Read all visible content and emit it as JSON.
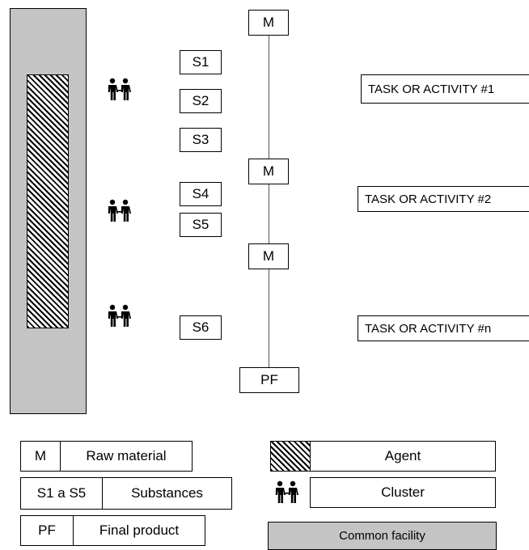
{
  "diagram": {
    "process_nodes": [
      "M",
      "M",
      "M",
      "PF"
    ],
    "substances": [
      "S1",
      "S2",
      "S3",
      "S4",
      "S5",
      "S6"
    ],
    "tasks": [
      "TASK OR ACTIVITY #1",
      "TASK OR ACTIVITY #2",
      "TASK OR ACTIVITY #n"
    ],
    "cluster_icon": "two-people-icon"
  },
  "legend": {
    "raw_material": {
      "symbol": "M",
      "label": "Raw material"
    },
    "substances": {
      "symbol": "S1 a S5",
      "label": "Substances"
    },
    "final_product": {
      "symbol": "PF",
      "label": "Final product"
    },
    "agent": {
      "label": "Agent"
    },
    "cluster": {
      "label": "Cluster"
    },
    "common_facility": {
      "label": "Common facility"
    }
  },
  "colors": {
    "facility_fill": "#c4c4c4",
    "agent_hatch": "#000000"
  }
}
